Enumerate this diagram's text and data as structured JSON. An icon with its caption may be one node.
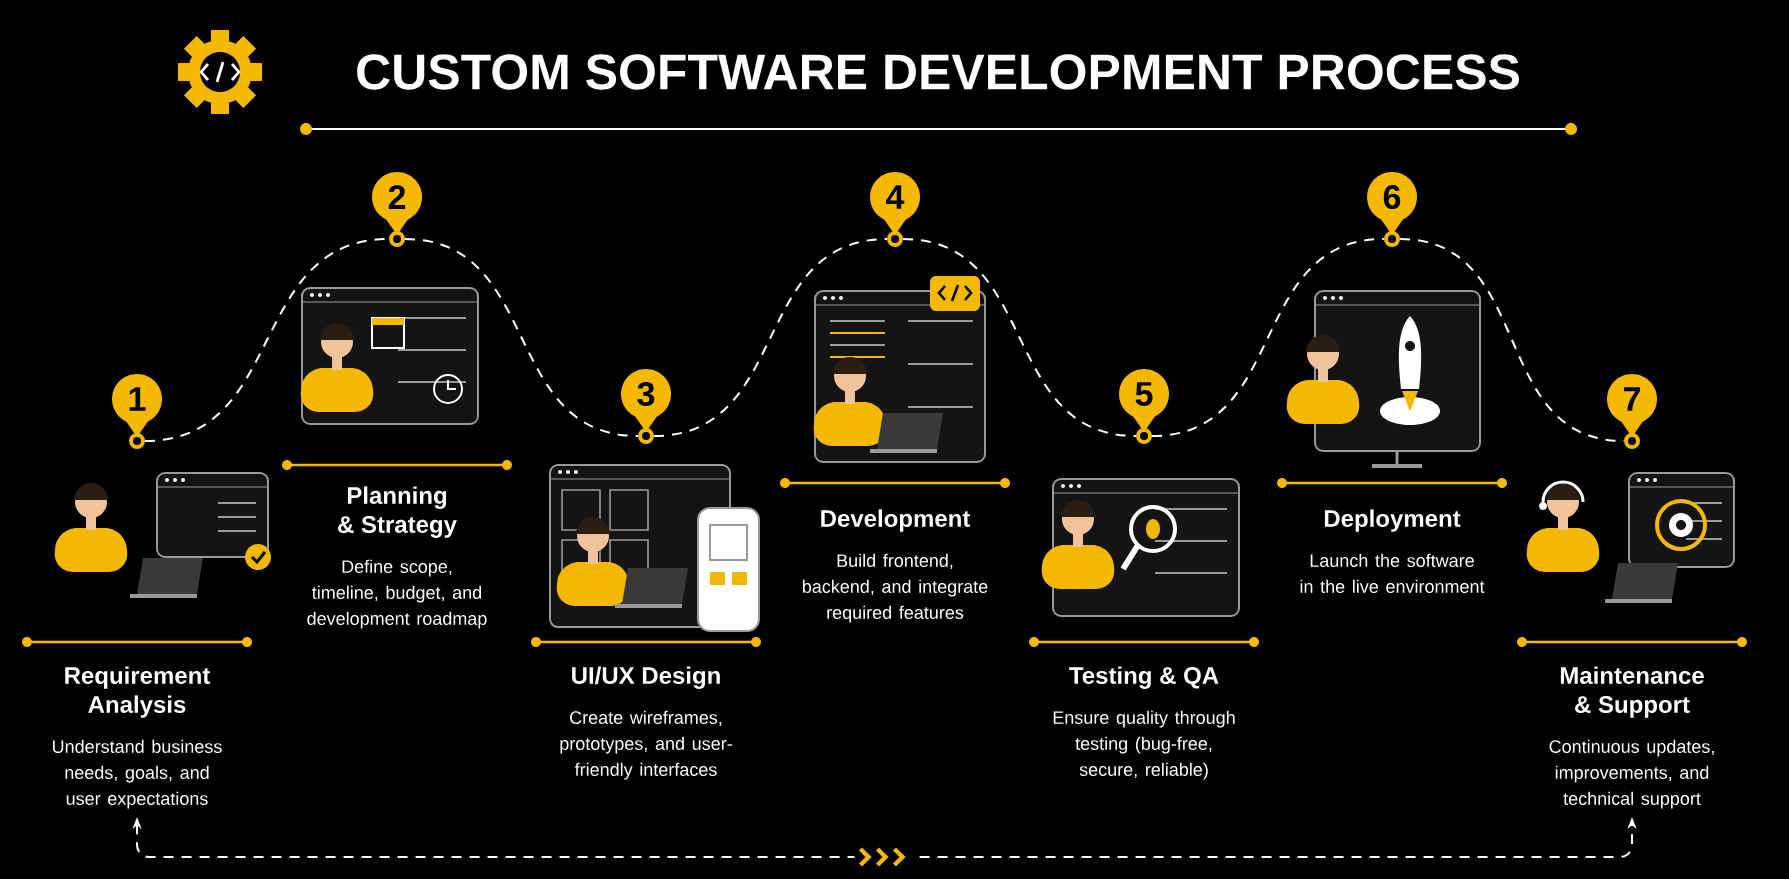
{
  "diagram": {
    "title": "CUSTOM SOFTWARE DEVELOPMENT PROCESS",
    "nodes": [
      {
        "text": [
          "1"
        ]
      },
      {
        "text": [
          "2"
        ]
      },
      {
        "text": [
          "3"
        ]
      },
      {
        "text": [
          "4"
        ]
      },
      {
        "text": [
          "5"
        ]
      },
      {
        "text": [
          "6"
        ]
      },
      {
        "text": [
          "7"
        ]
      },
      {
        "text": [
          "Requirement Analysis",
          "Understand business needs, goals, and user expectations"
        ]
      },
      {
        "text": [
          "Planning & Strategy",
          "Define scope, timeline, budget, and development roadmap"
        ]
      },
      {
        "text": [
          "UI/UX Design",
          "Create wireframes, prototypes, and user-friendly interfaces"
        ]
      },
      {
        "text": [
          "Development",
          "Build frontend, backend, and integrate required features"
        ]
      },
      {
        "text": [
          "Testing & QA",
          "Ensure quality through testing (bug-free, secure, reliable)"
        ]
      },
      {
        "text": [
          "Deployment",
          "Launch the software in the live environment"
        ]
      },
      {
        "text": [
          "Maintenance & Support",
          "Continuous updates, improvements, and technical support"
        ]
      }
    ],
    "edges": [
      {
        "from": 0,
        "to": 1,
        "arrow": "none",
        "style": "dashed"
      },
      {
        "from": 1,
        "to": 2,
        "arrow": "none",
        "style": "dashed"
      },
      {
        "from": 2,
        "to": 3,
        "arrow": "none",
        "style": "dashed"
      },
      {
        "from": 3,
        "to": 4,
        "arrow": "none",
        "style": "dashed"
      },
      {
        "from": 4,
        "to": 5,
        "arrow": "none",
        "style": "dashed"
      },
      {
        "from": 5,
        "to": 6,
        "arrow": "none",
        "style": "dashed"
      },
      {
        "from": 7,
        "to": 13,
        "arrow": "both",
        "style": "dashed"
      }
    ]
  }
}
